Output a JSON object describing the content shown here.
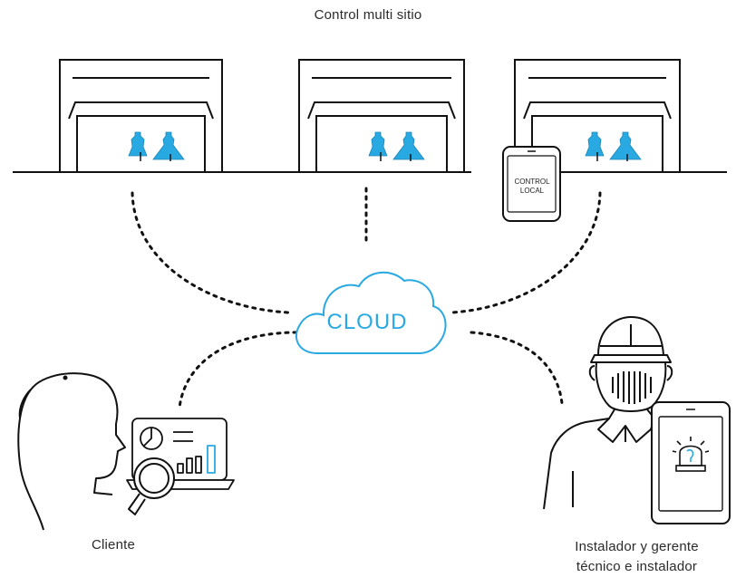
{
  "title": "Control multi sitio",
  "stores": [
    {
      "has_control": false
    },
    {
      "has_control": false
    },
    {
      "has_control": true
    }
  ],
  "control_device": {
    "line1": "CONTROL",
    "line2": "LOCAL"
  },
  "cloud": {
    "label": "CLOUD",
    "color": "#29a9e1"
  },
  "client": {
    "label": "Cliente"
  },
  "installer": {
    "line1": "Instalador y gerente",
    "line2": "técnico e instalador"
  },
  "colors": {
    "accent": "#29a9e1",
    "stroke": "#111111"
  }
}
